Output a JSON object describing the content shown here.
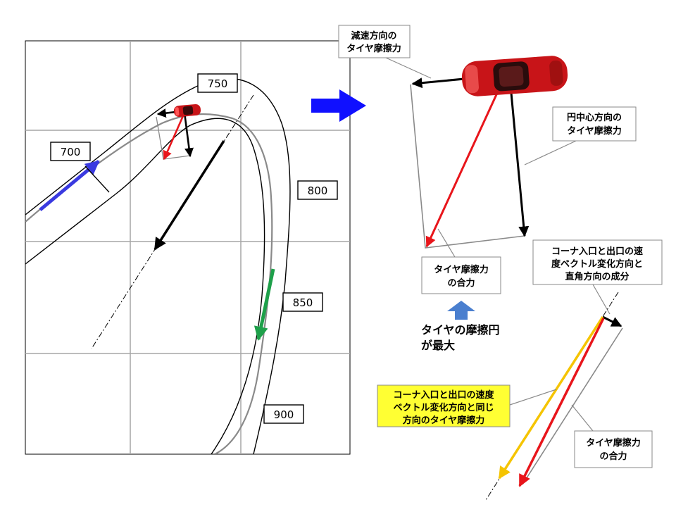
{
  "track_markers": {
    "m700": "700",
    "m750": "750",
    "m800": "800",
    "m850": "850",
    "m900": "900"
  },
  "callouts": {
    "decel_friction": [
      "減速方向の",
      "タイヤ摩擦力"
    ],
    "center_friction": [
      "円中心方向の",
      "タイヤ摩擦力"
    ],
    "resultant_top": [
      "タイヤ摩擦力",
      "の合力"
    ],
    "max_circle": [
      "タイヤの摩擦円",
      "が最大"
    ],
    "perpendicular": [
      "コーナ入口と出口の速",
      "度ベクトル変化方向と",
      "直角方向の成分"
    ],
    "same_direction": [
      "コーナ入口と出口の速度",
      "ベクトル変化方向と同じ",
      "方向のタイヤ摩擦力"
    ],
    "resultant_bottom": [
      "タイヤ摩擦力",
      "の合力"
    ]
  },
  "colors": {
    "blue_arrow": "#3a3ae0",
    "big_blue_arrow": "#1010ff",
    "red": "#e8151b",
    "green": "#1ea04a",
    "yellow": "#f5c400",
    "callout_yellow_bg": "#ffff33",
    "up_arrow": "#4a7fcf",
    "car_red": "#c81418"
  },
  "icons": {
    "car": "red-sports-car-icon",
    "up": "up-arrow-icon",
    "right": "right-arrow-icon"
  }
}
